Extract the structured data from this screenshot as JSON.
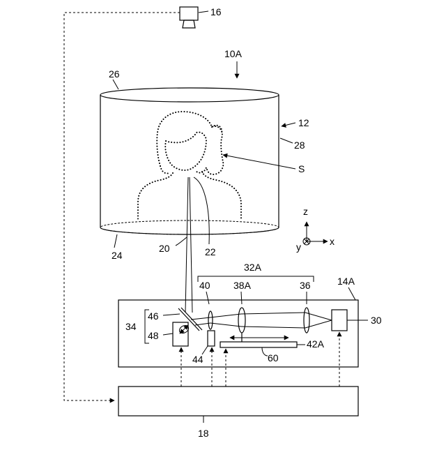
{
  "labels": {
    "camera": "16",
    "system": "10A",
    "top_surface": "26",
    "cylinder": "12",
    "side_surface": "28",
    "subject": "S",
    "bottom_surface": "24",
    "beam_20": "20",
    "beam_22": "22",
    "optics_group": "32A",
    "lens_40": "40",
    "lens_38a": "38A",
    "lens_36": "36",
    "unit_14a": "14A",
    "light_source": "30",
    "scanner": "34",
    "mirror_46": "46",
    "actuator_48": "48",
    "stage_42a": "42A",
    "sensor_44": "44",
    "rail_60": "60",
    "controller": "18"
  },
  "axes": {
    "z": "z",
    "x": "x",
    "y": "y"
  }
}
